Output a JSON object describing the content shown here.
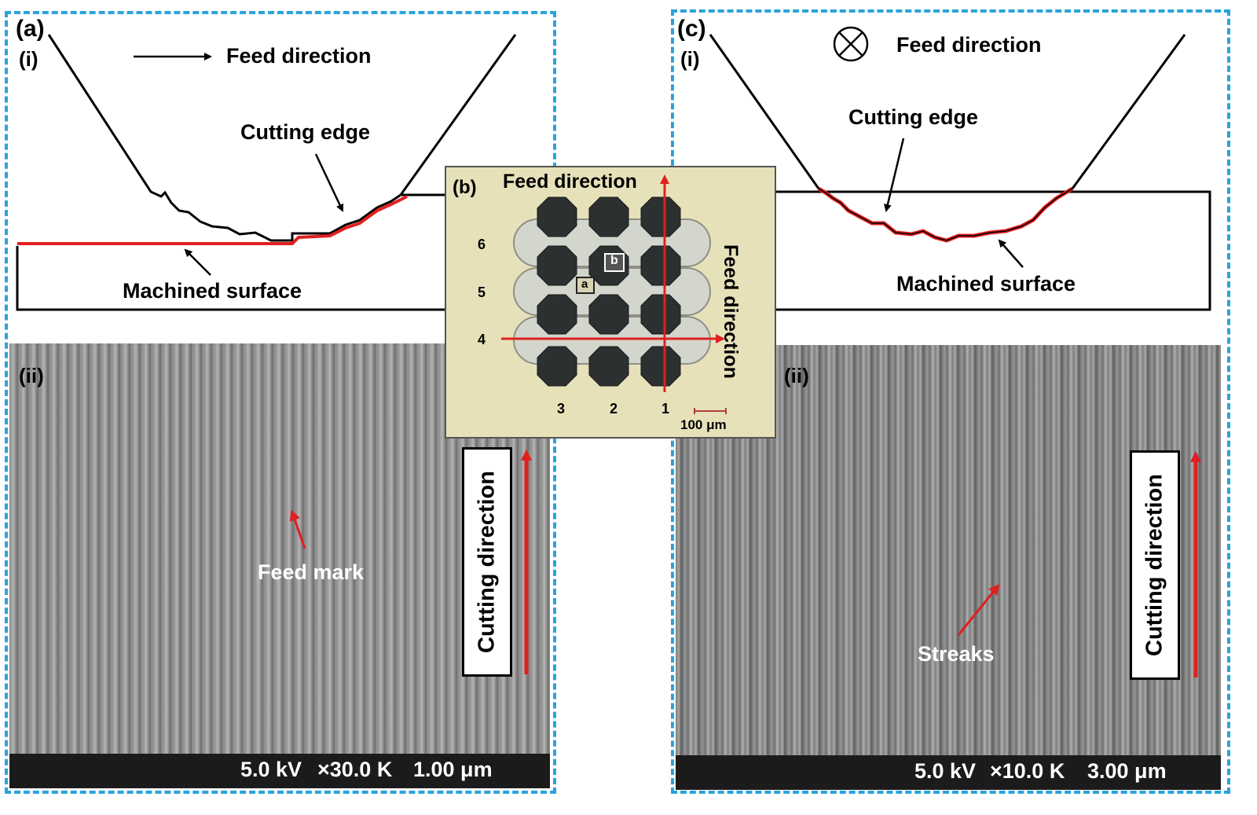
{
  "panel_a": {
    "label": "(a)",
    "sub_i": "(i)",
    "sub_ii": "(ii)",
    "feed_direction": "Feed direction",
    "cutting_edge": "Cutting edge",
    "machined_surface": "Machined surface",
    "feed_mark": "Feed mark",
    "cutting_direction": "Cutting direction",
    "sem_voltage": "5.0 kV",
    "sem_mag": "×30.0 K",
    "sem_scale": "1.00 μm"
  },
  "panel_b": {
    "label": "(b)",
    "feed_direction_top": "Feed direction",
    "feed_direction_side": "Feed direction",
    "row_labels": [
      "6",
      "5",
      "4"
    ],
    "col_labels": [
      "3",
      "2",
      "1"
    ],
    "marker_a": "a",
    "marker_b": "b",
    "scale": "100 μm"
  },
  "panel_c": {
    "label": "(c)",
    "sub_i": "(i)",
    "sub_ii": "(ii)",
    "feed_direction": "Feed direction",
    "cutting_edge": "Cutting edge",
    "machined_surface": "Machined surface",
    "streaks": "Streaks",
    "cutting_direction": "Cutting direction",
    "sem_voltage": "5.0 kV",
    "sem_mag": "×10.0 K",
    "sem_scale": "3.00 μm"
  },
  "colors": {
    "panel_border": "#2aa3dc",
    "annotation_red": "#e02020",
    "sem_bar": "#1b1b1b"
  }
}
